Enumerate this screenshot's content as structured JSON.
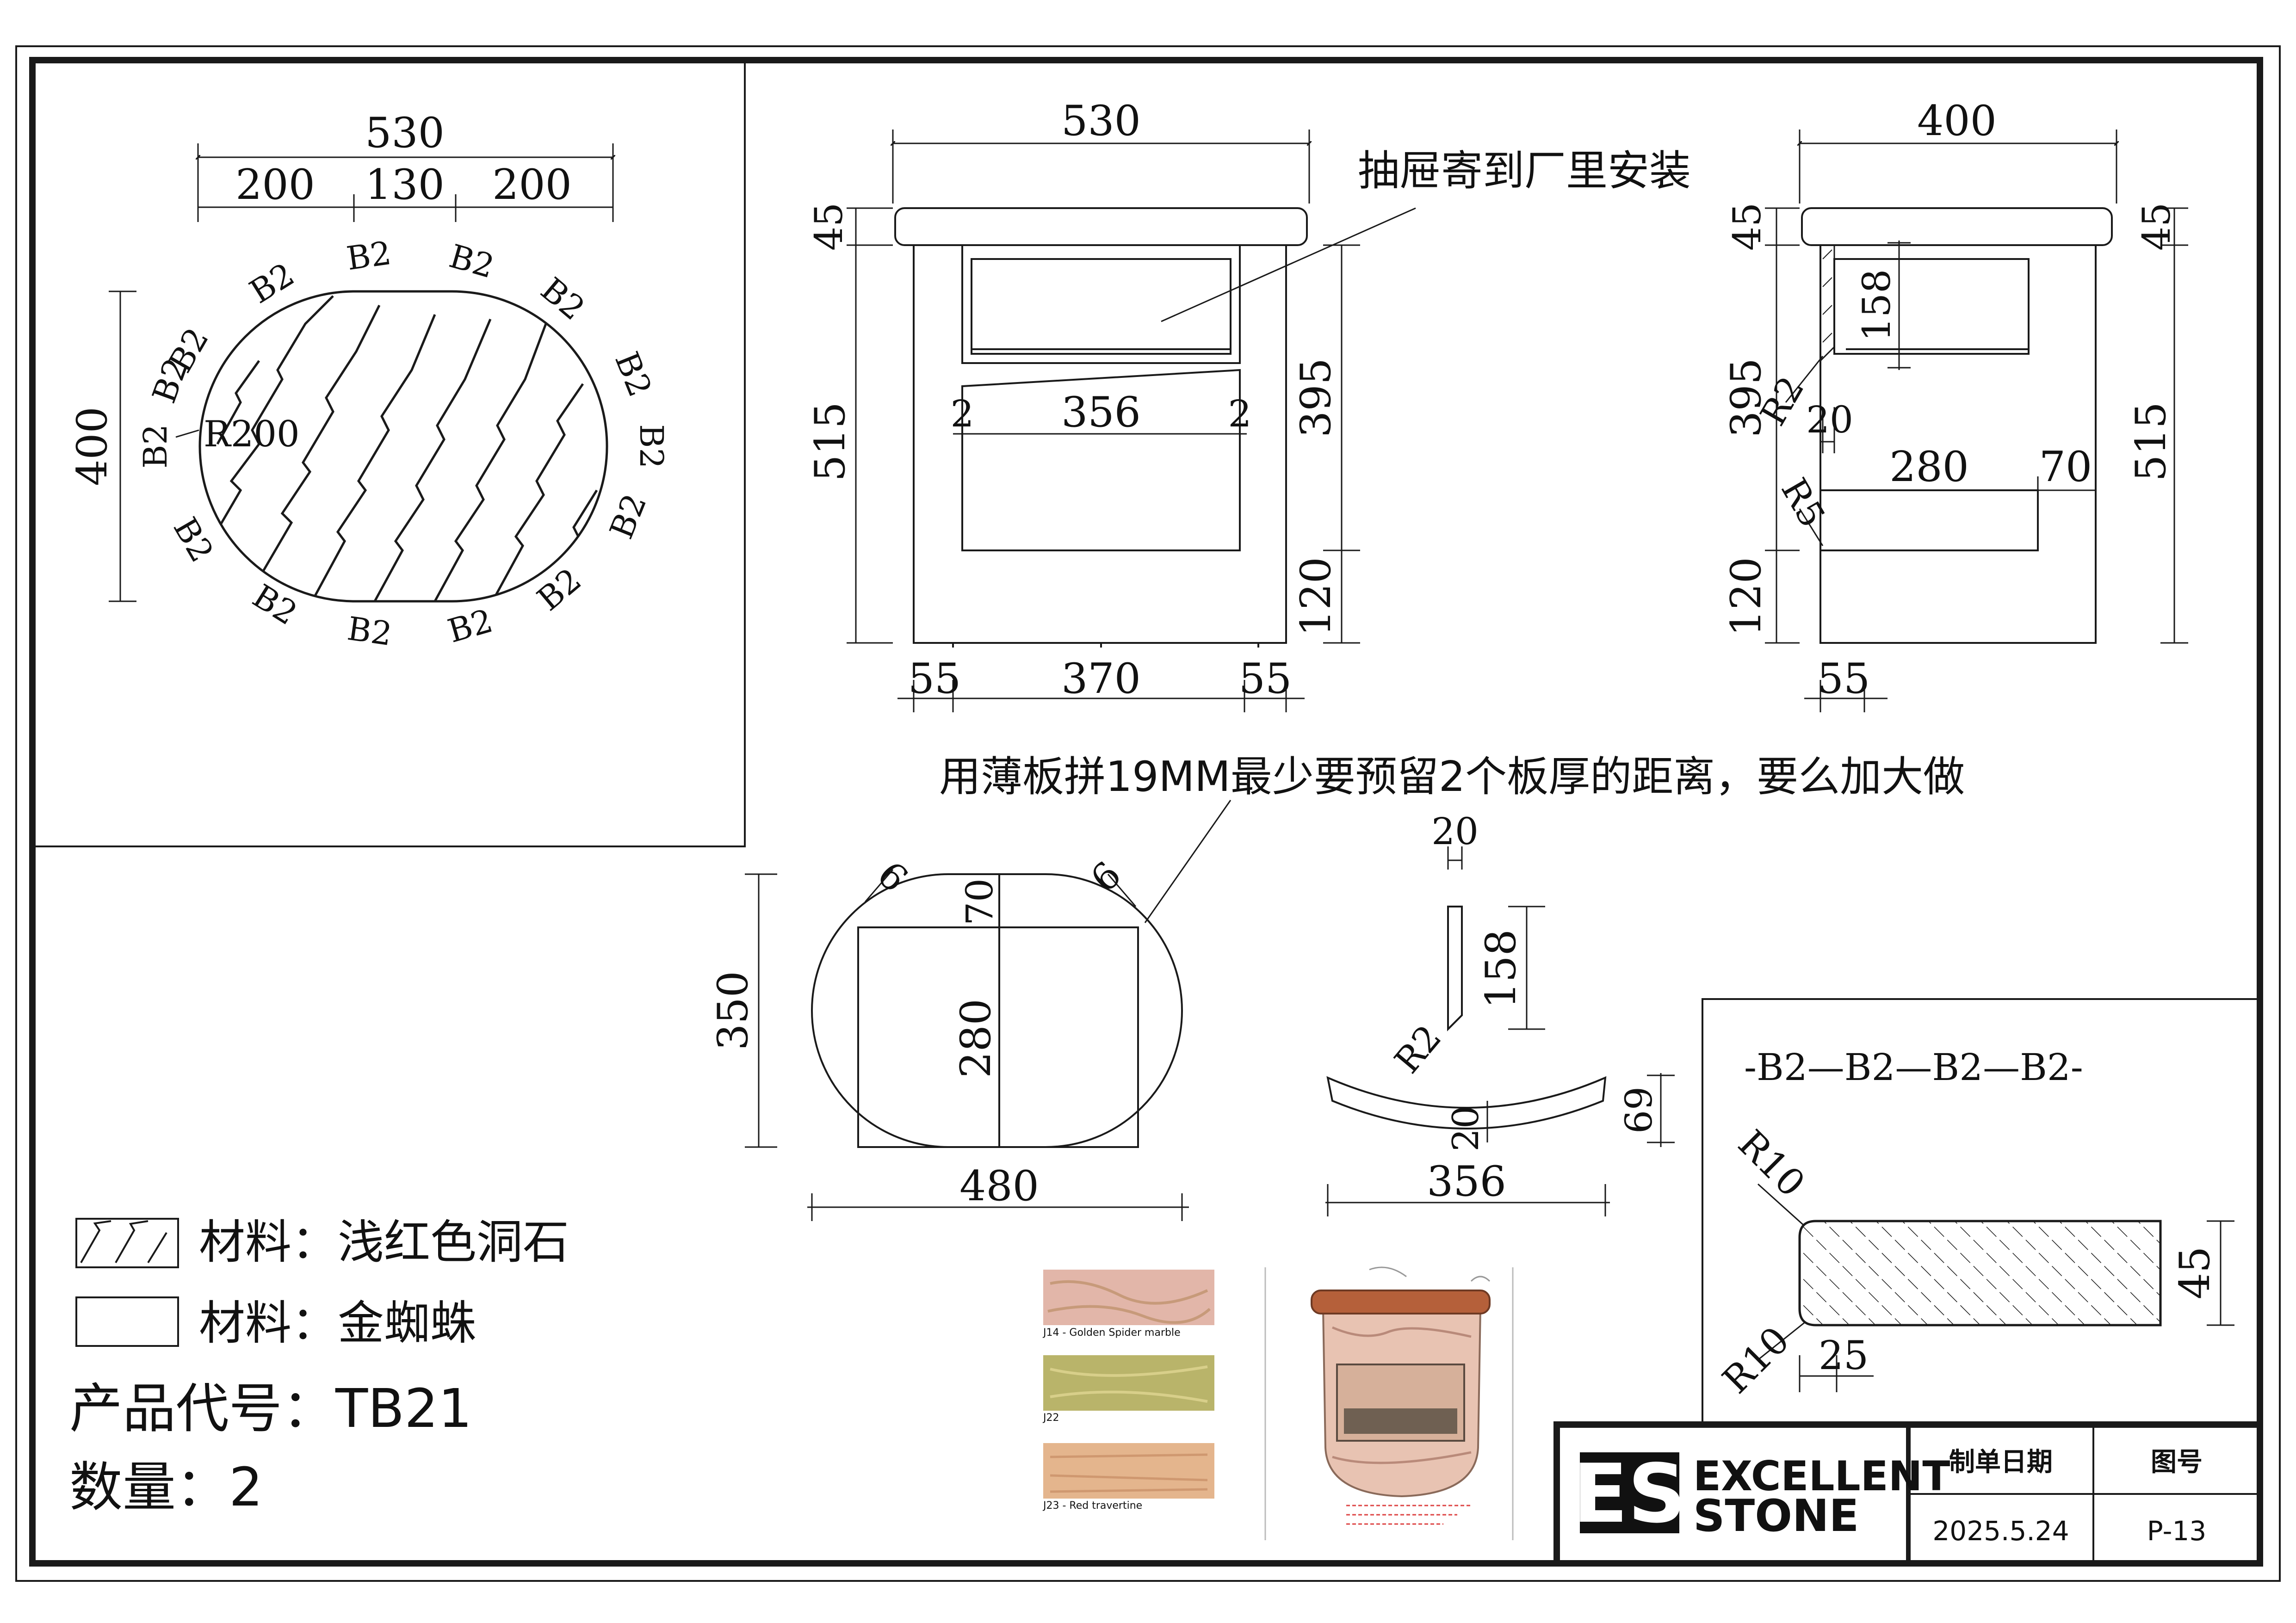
{
  "colors": {
    "line": "#1a1a1a",
    "paper": "#ffffff",
    "top_wood": "#b5603a",
    "marble_pink": "#e2b6a9",
    "marble_green": "#b9b46a",
    "marble_tan": "#e4b58d"
  },
  "plan_view": {
    "width_total": "530",
    "segment_left": "200",
    "segment_mid": "130",
    "segment_right": "200",
    "depth": "400",
    "radius": "R200",
    "edge_code": "B2"
  },
  "front_view": {
    "width": "530",
    "top_thickness": "45",
    "body_height": "515",
    "drawer_zone_height": "395",
    "base_height": "120",
    "inner_width": "356",
    "gap_left": "2",
    "gap_right": "2",
    "foot_left": "55",
    "foot_mid": "370",
    "foot_right": "55",
    "note": "抽屉寄到厂里安装"
  },
  "side_view": {
    "width": "400",
    "top_thickness_left": "45",
    "top_thickness_right": "45",
    "drawer_height": "158",
    "height_left": "395",
    "height_right": "515",
    "base_height": "120",
    "radius_small": "R2",
    "radius_mid": "R5",
    "panel_thickness": "20",
    "tray_depth": "280",
    "back_gap": "70",
    "foot": "55"
  },
  "note_plank": "用薄板拼19MM最少要预留2个板厚的距离，要么加大做",
  "drawer_plan": {
    "depth": "350",
    "width": "480",
    "front_offset": "70",
    "tray_depth": "280",
    "corner_left": "6",
    "corner_right": "6"
  },
  "drawer_parts": {
    "panel_thickness": "20",
    "panel_height": "158",
    "panel_radius": "R2",
    "curve_thickness": "20",
    "curve_rise": "69",
    "curve_width": "356"
  },
  "edge_detail": {
    "edge_codes": "-B2—B2—B2—B2-",
    "radius_top": "R10",
    "radius_bottom": "R10",
    "thickness": "45",
    "offset": "25"
  },
  "legend": {
    "material_1": "材料：浅红色洞石",
    "material_2": "材料：金蜘蛛",
    "product_code": "产品代号：TB21",
    "quantity": "数量：2"
  },
  "swatches": {
    "s1": "J14 - Golden Spider marble",
    "s2": "J22",
    "s3": "J23 - Red travertine"
  },
  "title_block": {
    "brand_line1": "EXCELLENT",
    "brand_line2": "STONE",
    "logo_letters": "ES",
    "date_label": "制单日期",
    "date_value": "2025.5.24",
    "drawing_no_label": "图号",
    "drawing_no_value": "P-13"
  }
}
